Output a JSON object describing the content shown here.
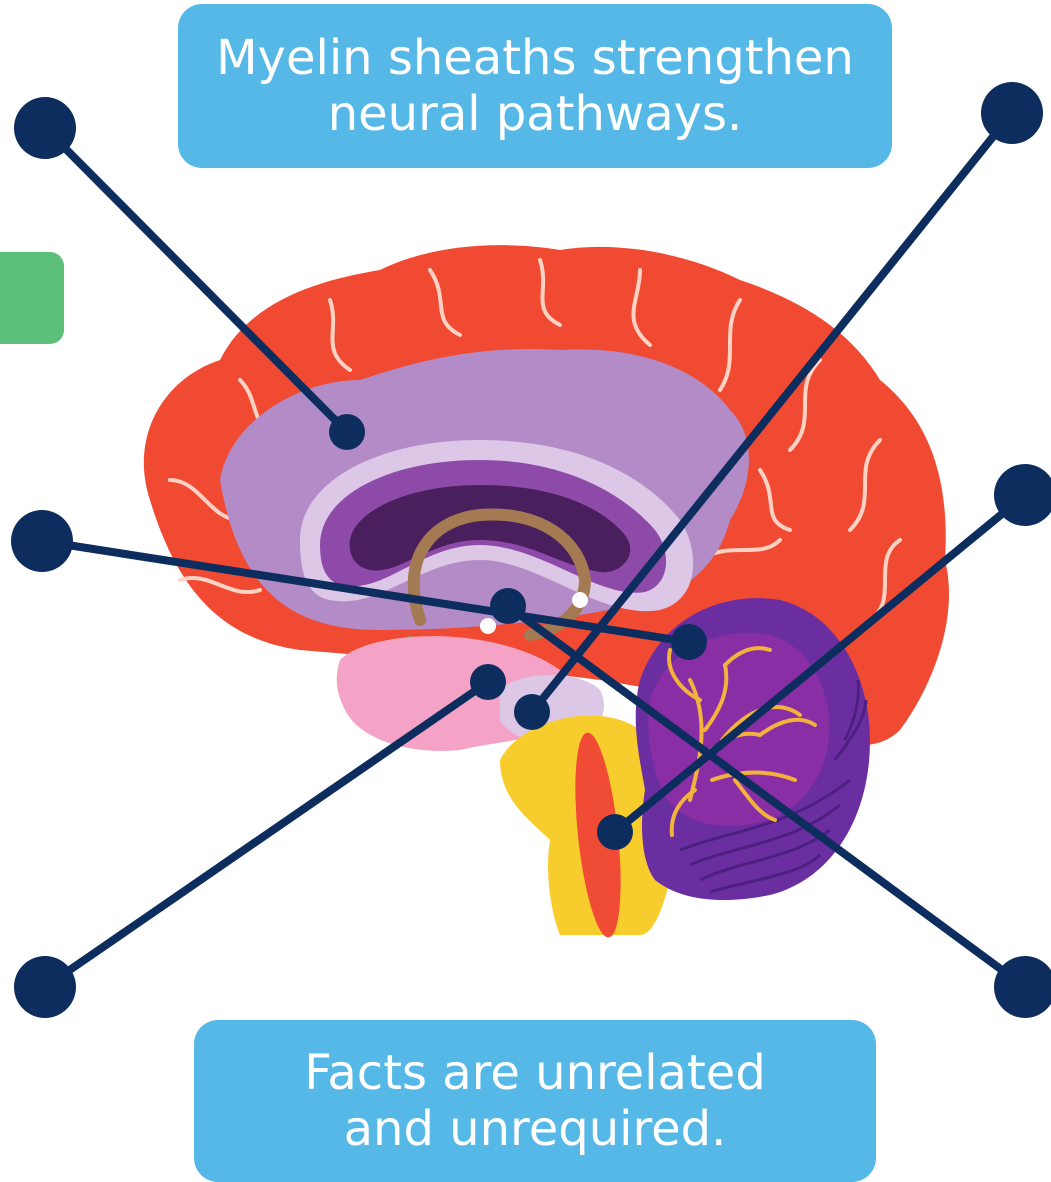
{
  "colors": {
    "callout_bg": "#55b8e6",
    "callout_text": "#ffffff",
    "connector": "#0d2d5e",
    "green_tab": "#5cbf7a",
    "cerebrum": "#f14a33",
    "gyri_lines": "#ffd2c4",
    "cingulate": "#b38bc6",
    "corpus_outer": "#dcc7e6",
    "corpus_mid": "#8e4aa8",
    "ventricle": "#4a1f5e",
    "fornix": "#a47a52",
    "hypothalamus": "#f4a3c7",
    "brainstem": "#f7cd2e",
    "medulla_stripe": "#ef4b35",
    "cerebellum": "#6b2ea0",
    "cerebellum_inner": "#8a2ea6",
    "arbor_vitae": "#f2b23b"
  },
  "callouts": {
    "top": {
      "line1": "Myelin sheaths strengthen",
      "line2": "neural pathways."
    },
    "bottom": {
      "line1": "Facts are unrelated",
      "line2": "and unrequired."
    }
  }
}
